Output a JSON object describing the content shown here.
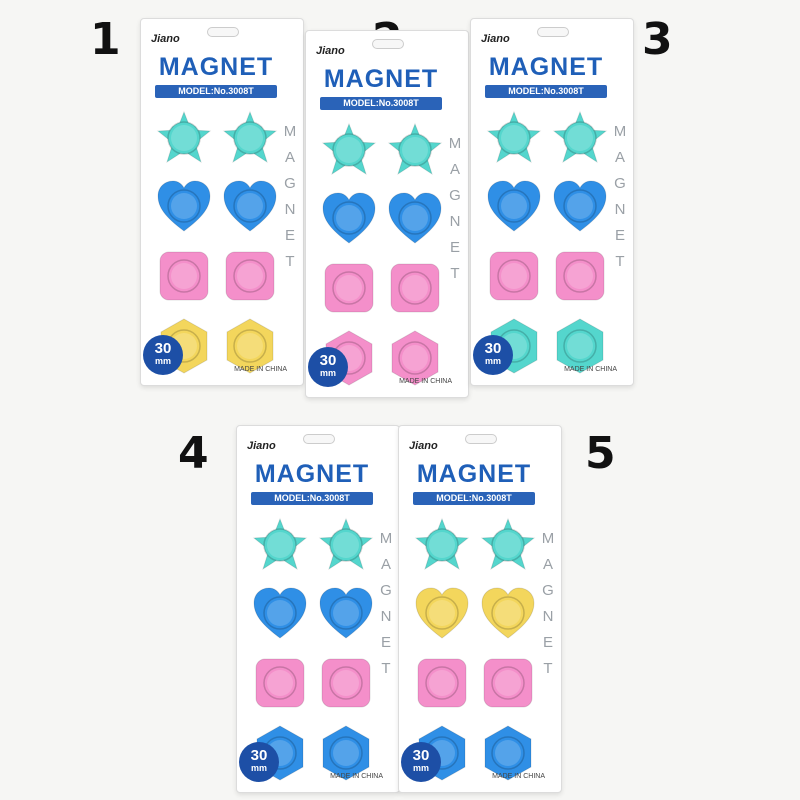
{
  "labels": [
    "1",
    "2",
    "3",
    "4",
    "5"
  ],
  "card": {
    "brand": "Jiano",
    "title": "MAGNET",
    "model": "MODEL:No.3008T",
    "vertical": "MAGNET",
    "made": "MADE IN CHINA",
    "size_num": "30",
    "size_unit": "mm"
  },
  "colors": {
    "teal": "#54d6cd",
    "blue": "#2f8fe6",
    "pink": "#f48fca",
    "yellow": "#f3d65c",
    "brand_blue": "#1f5fb8"
  },
  "cards": [
    {
      "rows": [
        {
          "shape": "star",
          "color": "teal"
        },
        {
          "shape": "heart",
          "color": "blue"
        },
        {
          "shape": "square",
          "color": "pink"
        },
        {
          "shape": "hexagon",
          "color": "yellow"
        }
      ]
    },
    {
      "rows": [
        {
          "shape": "star",
          "color": "teal"
        },
        {
          "shape": "heart",
          "color": "blue"
        },
        {
          "shape": "square",
          "color": "pink"
        },
        {
          "shape": "hexagon",
          "color": "pink"
        }
      ]
    },
    {
      "rows": [
        {
          "shape": "star",
          "color": "teal"
        },
        {
          "shape": "heart",
          "color": "blue"
        },
        {
          "shape": "square",
          "color": "pink"
        },
        {
          "shape": "hexagon",
          "color": "teal"
        }
      ]
    },
    {
      "rows": [
        {
          "shape": "star",
          "color": "teal"
        },
        {
          "shape": "heart",
          "color": "blue"
        },
        {
          "shape": "square",
          "color": "pink"
        },
        {
          "shape": "hexagon",
          "color": "blue"
        }
      ]
    },
    {
      "rows": [
        {
          "shape": "star",
          "color": "teal"
        },
        {
          "shape": "heart",
          "color": "yellow"
        },
        {
          "shape": "square",
          "color": "pink"
        },
        {
          "shape": "hexagon",
          "color": "blue"
        }
      ]
    }
  ]
}
